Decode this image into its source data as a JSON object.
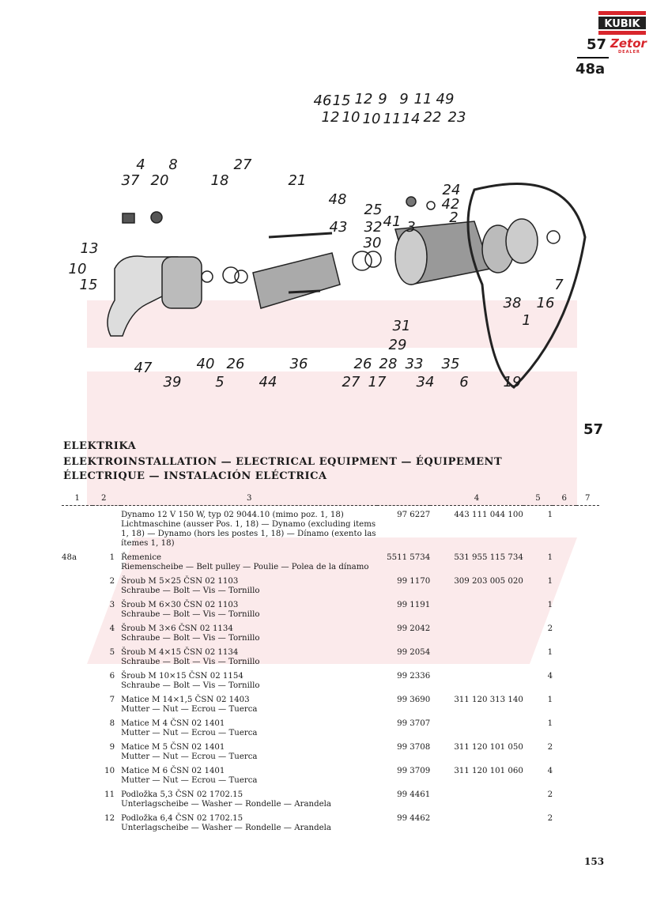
{
  "header": {
    "logo_text": "KUBIK",
    "brand_text": "Zetor",
    "brand_sub": "DEALER",
    "group_number": "57",
    "figure_number": "48a"
  },
  "diagram": {
    "figure_label": "57",
    "callouts": [
      "46",
      "15",
      "12",
      "9",
      "9",
      "11",
      "49",
      "12",
      "10",
      "10",
      "11",
      "14",
      "22",
      "23",
      "4",
      "8",
      "37",
      "20",
      "18",
      "27",
      "21",
      "24",
      "48",
      "42",
      "25",
      "2",
      "41",
      "3",
      "43",
      "32",
      "30",
      "13",
      "10",
      "15",
      "7",
      "38",
      "16",
      "1",
      "31",
      "29",
      "47",
      "39",
      "40",
      "5",
      "26",
      "44",
      "36",
      "27",
      "26",
      "17",
      "28",
      "33",
      "34",
      "35",
      "6",
      "19"
    ]
  },
  "section": {
    "title": "ELEKTRIKA",
    "subtitle_line1": "ELEKTROINSTALLATION — ELECTRICAL EQUIPMENT — ÉQUIPEMENT",
    "subtitle_line2": "ÉLECTRIQUE — INSTALACIÓN ELÉCTRICA"
  },
  "table": {
    "headers": [
      "1",
      "2",
      "3",
      "4",
      "5",
      "6",
      "7"
    ],
    "rows": [
      {
        "fig": "",
        "pos": "",
        "desc": "Dynamo 12 V 150 W, typ 02 9044.10 (mimo poz. 1, 18)",
        "desc2": "Lichtmaschine (ausser Pos. 1, 18) — Dynamo (excluding items 1, 18) — Dynamo (hors les postes 1, 18) — Dínamo (exento las ítemes 1, 18)",
        "num1": "97 6227",
        "num2": "443 111 044 100",
        "qty": "1"
      },
      {
        "fig": "48a",
        "pos": "1",
        "desc": "Řemenice",
        "desc2": "Riemenscheibe — Belt pulley — Poulie — Polea de la dínamo",
        "num1": "5511 5734",
        "num2": "531 955 115 734",
        "qty": "1"
      },
      {
        "fig": "",
        "pos": "2",
        "desc": "Šroub M 5×25 ČSN 02 1103",
        "desc2": "Schraube — Bolt — Vis — Tornillo",
        "num1": "99 1170",
        "num2": "309 203 005 020",
        "qty": "1"
      },
      {
        "fig": "",
        "pos": "3",
        "desc": "Šroub M 6×30 ČSN 02 1103",
        "desc2": "Schraube — Bolt — Vis — Tornillo",
        "num1": "99 1191",
        "num2": "",
        "qty": "1"
      },
      {
        "fig": "",
        "pos": "4",
        "desc": "Šroub M 3×6 ČSN 02 1134",
        "desc2": "Schraube — Bolt — Vis — Tornillo",
        "num1": "99 2042",
        "num2": "",
        "qty": "2"
      },
      {
        "fig": "",
        "pos": "5",
        "desc": "Šroub M 4×15 ČSN 02 1134",
        "desc2": "Schraube — Bolt — Vis — Tornillo",
        "num1": "99 2054",
        "num2": "",
        "qty": "1"
      },
      {
        "fig": "",
        "pos": "6",
        "desc": "Šroub M 10×15 ČSN 02 1154",
        "desc2": "Schraube — Bolt — Vis — Tornillo",
        "num1": "99 2336",
        "num2": "",
        "qty": "4"
      },
      {
        "fig": "",
        "pos": "7",
        "desc": "Matice M 14×1,5 ČSN 02 1403",
        "desc2": "Mutter — Nut — Ecrou — Tuerca",
        "num1": "99 3690",
        "num2": "311 120 313 140",
        "qty": "1"
      },
      {
        "fig": "",
        "pos": "8",
        "desc": "Matice M 4 ČSN 02 1401",
        "desc2": "Mutter — Nut — Ecrou — Tuerca",
        "num1": "99 3707",
        "num2": "",
        "qty": "1"
      },
      {
        "fig": "",
        "pos": "9",
        "desc": "Matice M 5 ČSN 02 1401",
        "desc2": "Mutter — Nut — Ecrou — Tuerca",
        "num1": "99 3708",
        "num2": "311 120 101 050",
        "qty": "2"
      },
      {
        "fig": "",
        "pos": "10",
        "desc": "Matice M 6 ČSN 02 1401",
        "desc2": "Mutter — Nut — Ecrou — Tuerca",
        "num1": "99 3709",
        "num2": "311 120 101 060",
        "qty": "4"
      },
      {
        "fig": "",
        "pos": "11",
        "desc": "Podložka 5,3 ČSN 02 1702.15",
        "desc2": "Unterlagscheibe — Washer — Rondelle — Arandela",
        "num1": "99 4461",
        "num2": "",
        "qty": "2"
      },
      {
        "fig": "",
        "pos": "12",
        "desc": "Podložka 6,4 ČSN 02 1702.15",
        "desc2": "Unterlagscheibe — Washer — Rondelle — Arandela",
        "num1": "99 4462",
        "num2": "",
        "qty": "2"
      }
    ]
  },
  "footer": {
    "page_number": "153"
  },
  "colors": {
    "brand_red": "#d8262c",
    "ink": "#1a1a1a"
  }
}
